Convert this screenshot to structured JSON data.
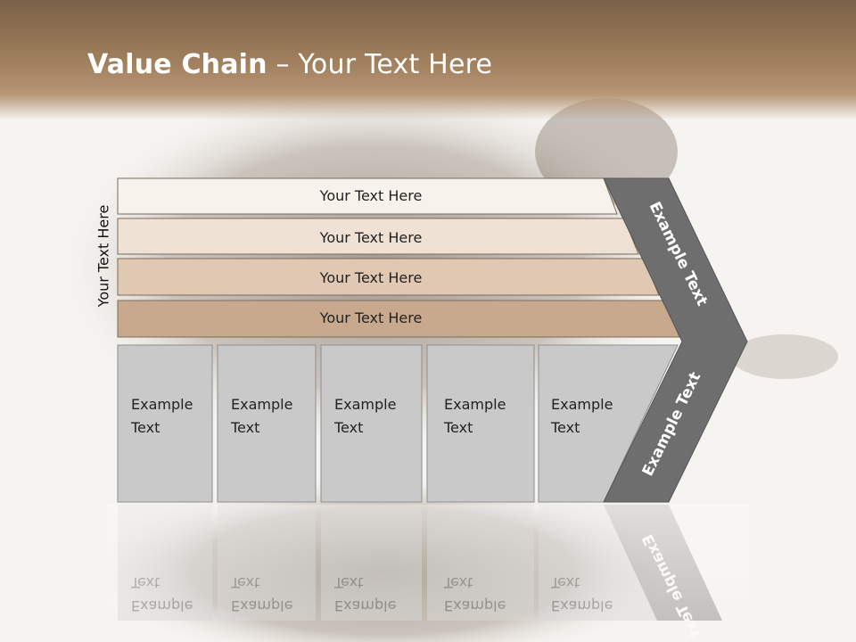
{
  "slide": {
    "title_bold": "Value Chain",
    "title_rest": " – Your Text Here",
    "side_label": "Your Text Here"
  },
  "support_bars": [
    {
      "label": "Your Text Here",
      "color": "#f8f2ec"
    },
    {
      "label": "Your Text Here",
      "color": "#efe1d4"
    },
    {
      "label": "Your Text Here",
      "color": "#e0c8b3"
    },
    {
      "label": "Your Text Here",
      "color": "#c8a98d"
    }
  ],
  "primary_boxes": [
    {
      "line1": "Example",
      "line2": "Text"
    },
    {
      "line1": "Example",
      "line2": "Text"
    },
    {
      "line1": "Example",
      "line2": "Text"
    },
    {
      "line1": "Example",
      "line2": "Text"
    },
    {
      "line1": "Example",
      "line2": "Text"
    }
  ],
  "chevron": {
    "upper_label": "Example Text",
    "lower_label": "Example Text"
  },
  "colors": {
    "header": "#a3825f",
    "chevron": "#6e6e6e",
    "box": "#c9c9c9"
  }
}
